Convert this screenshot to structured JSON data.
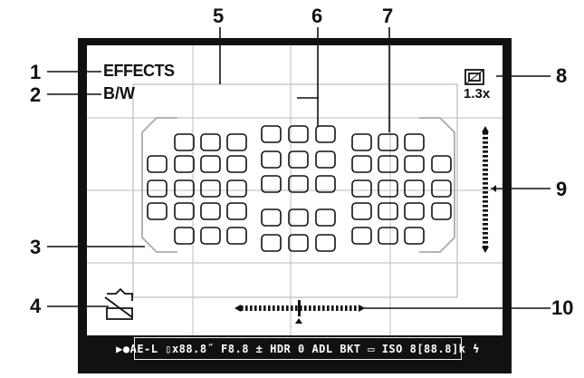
{
  "callouts": [
    "1",
    "2",
    "3",
    "4",
    "5",
    "6",
    "7",
    "8",
    "9",
    "10"
  ],
  "viewfinder": {
    "effects_label": "EFFECTS",
    "bw_label": "B/W",
    "crop_label": "1.3x"
  },
  "status_bar": {
    "text": "▶●AE-L ▯x88.8˝ F8.8 ± HDR 0 ADL BKT ▭ ISO 8[88.8]k ϟ"
  },
  "colors": {
    "frame": "#111111",
    "grid": "#c8c8c8",
    "focus_points": "#111111",
    "area_bracket": "#aaaaaa"
  }
}
